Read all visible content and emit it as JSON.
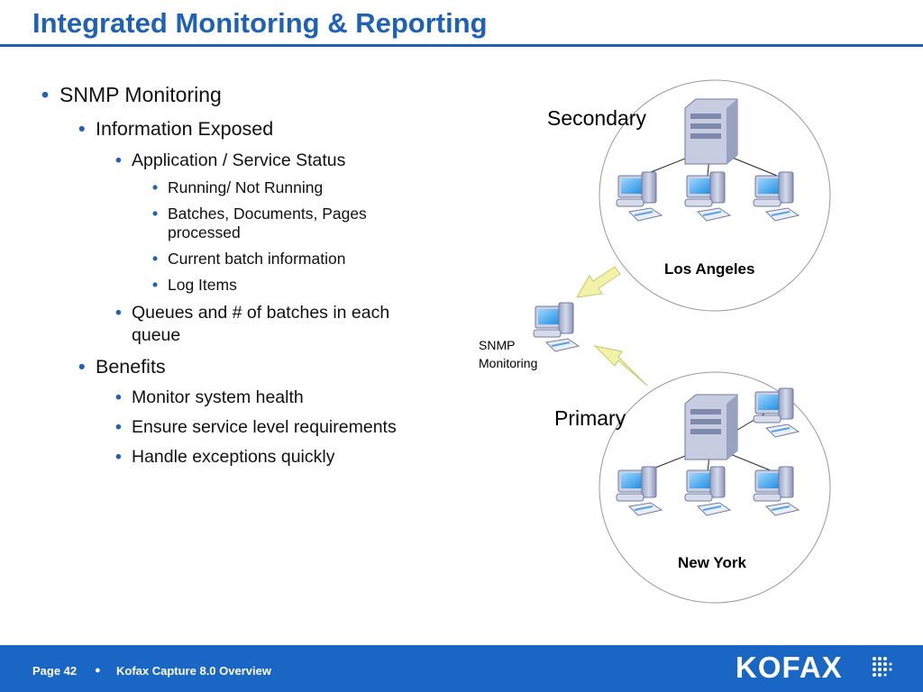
{
  "slide": {
    "title": "Integrated Monitoring & Reporting"
  },
  "bullets": [
    {
      "text": "SNMP Monitoring",
      "level": 1
    },
    {
      "text": "Information Exposed",
      "level": 2
    },
    {
      "text": "Application / Service Status",
      "level": 3
    },
    {
      "text": "Running/ Not Running",
      "level": 4
    },
    {
      "text": "Batches, Documents, Pages",
      "level": 4
    },
    {
      "text": "processed",
      "level": 4
    },
    {
      "text": "Current batch information",
      "level": 4
    },
    {
      "text": "Log Items",
      "level": 4
    },
    {
      "text": "Queues and # of batches in each",
      "level": 3
    },
    {
      "text": "queue",
      "level": 3
    },
    {
      "text": "Benefits",
      "level": 2
    },
    {
      "text": "Monitor system health",
      "level": 3
    },
    {
      "text": "Ensure service level requirements",
      "level": 3
    },
    {
      "text": "Handle exceptions quickly",
      "level": 3
    }
  ],
  "bullet_glyph": "•",
  "diagram": {
    "secondary_label": "Secondary",
    "secondary_city": "Los Angeles",
    "primary_label": "Primary",
    "primary_city": "New York",
    "monitor_line1": "SNMP",
    "monitor_line2": "Monitoring"
  },
  "footer": {
    "page": "Page 42",
    "separator": "●",
    "doc_title": "Kofax Capture 8.0 Overview",
    "logo": "KOFAX"
  },
  "colors": {
    "accent": "#1f62b5",
    "footer_bg": "#1a66c4",
    "arrow": "#f2f2a8"
  }
}
